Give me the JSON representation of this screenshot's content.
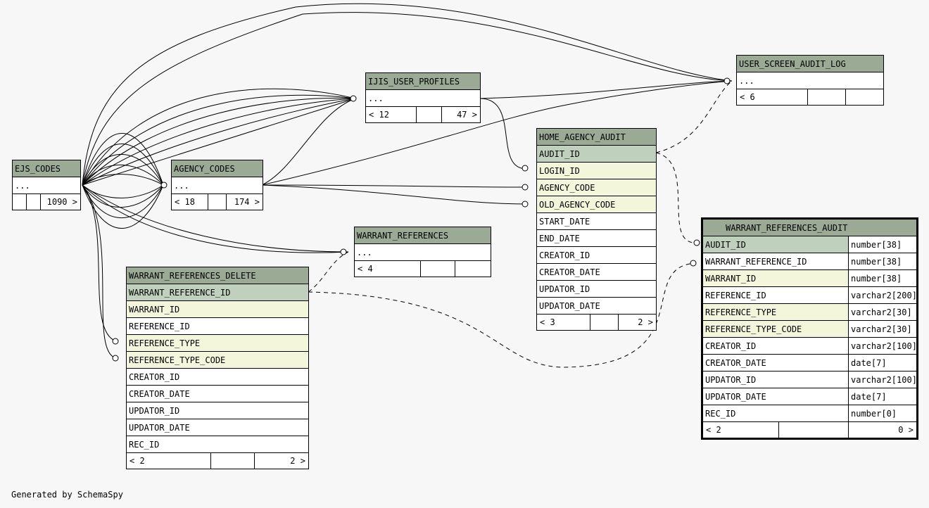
{
  "tables": {
    "ejs_codes": {
      "name": "EJS_CODES",
      "ellipsis": "...",
      "parents": "",
      "children": "1090"
    },
    "agency_codes": {
      "name": "AGENCY_CODES",
      "ellipsis": "...",
      "parents": "18",
      "children": "174"
    },
    "ijis_user_profiles": {
      "name": "IJIS_USER_PROFILES",
      "ellipsis": "...",
      "parents": "12",
      "children": "47"
    },
    "user_screen_audit_log": {
      "name": "USER_SCREEN_AUDIT_LOG",
      "ellipsis": "...",
      "parents": "6",
      "children": ""
    },
    "warrant_references": {
      "name": "WARRANT_REFERENCES",
      "ellipsis": "...",
      "parents": "4",
      "children": ""
    },
    "home_agency_audit": {
      "name": "HOME_AGENCY_AUDIT",
      "columns": [
        "AUDIT_ID",
        "LOGIN_ID",
        "AGENCY_CODE",
        "OLD_AGENCY_CODE",
        "START_DATE",
        "END_DATE",
        "CREATOR_ID",
        "CREATOR_DATE",
        "UPDATOR_ID",
        "UPDATOR_DATE"
      ],
      "parents": "3",
      "children": "2"
    },
    "warrant_references_delete": {
      "name": "WARRANT_REFERENCES_DELETE",
      "columns": [
        "WARRANT_REFERENCE_ID",
        "WARRANT_ID",
        "REFERENCE_ID",
        "REFERENCE_TYPE",
        "REFERENCE_TYPE_CODE",
        "CREATOR_ID",
        "CREATOR_DATE",
        "UPDATOR_ID",
        "UPDATOR_DATE",
        "REC_ID"
      ],
      "parents": "2",
      "children": "2"
    },
    "warrant_references_audit": {
      "name": "WARRANT_REFERENCES_AUDIT",
      "columns": [
        {
          "name": "AUDIT_ID",
          "type": "number[38]"
        },
        {
          "name": "WARRANT_REFERENCE_ID",
          "type": "number[38]"
        },
        {
          "name": "WARRANT_ID",
          "type": "number[38]"
        },
        {
          "name": "REFERENCE_ID",
          "type": "varchar2[200]"
        },
        {
          "name": "REFERENCE_TYPE",
          "type": "varchar2[30]"
        },
        {
          "name": "REFERENCE_TYPE_CODE",
          "type": "varchar2[30]"
        },
        {
          "name": "CREATOR_ID",
          "type": "varchar2[100]"
        },
        {
          "name": "CREATOR_DATE",
          "type": "date[7]"
        },
        {
          "name": "UPDATOR_ID",
          "type": "varchar2[100]"
        },
        {
          "name": "UPDATOR_DATE",
          "type": "date[7]"
        },
        {
          "name": "REC_ID",
          "type": "number[0]"
        }
      ],
      "parents": "2",
      "children": "0"
    }
  },
  "nav": {
    "left": "<",
    "right": ">"
  },
  "caption": "Generated by SchemaSpy",
  "colors": {
    "title": "#9aaa95",
    "primary_key": "#bfd1bc",
    "foreign_key": "#f4f6dc",
    "background": "#f7f7f7"
  }
}
